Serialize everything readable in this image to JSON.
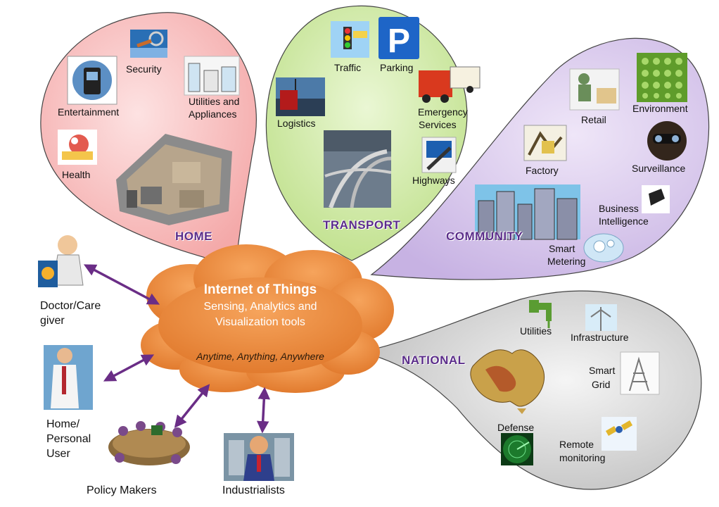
{
  "center": {
    "title": "Internet of Things",
    "line1": "Sensing, Analytics and",
    "line2": "Visualization tools",
    "tagline": "Anytime, Anything, Anywhere"
  },
  "home": {
    "title": "HOME",
    "items": [
      "Security",
      "Entertainment",
      "Utilities and",
      "Appliances",
      "Health"
    ]
  },
  "transport": {
    "title": "TRANSPORT",
    "items": [
      "Traffic",
      "Parking",
      "Logistics",
      "Emergency",
      "Services",
      "Highways"
    ]
  },
  "community": {
    "title": "COMMUNITY",
    "items": [
      "Retail",
      "Environment",
      "Factory",
      "Surveillance",
      "Business",
      "Intelligence",
      "Smart",
      "Metering"
    ]
  },
  "national": {
    "title": "NATIONAL",
    "items": [
      "Utilities",
      "Infrastructure",
      "Smart",
      "Grid",
      "Defense",
      "Remote",
      "monitoring"
    ]
  },
  "actors": {
    "doctor": [
      "Doctor/Care",
      "giver"
    ],
    "home_user": [
      "Home/",
      "Personal",
      "User"
    ],
    "policy": "Policy Makers",
    "industrialists": "Industrialists"
  },
  "colors": {
    "home": "#f7bcbc",
    "transport": "#cfe9a4",
    "community": "#d9c9ec",
    "national": "#d4d4d4",
    "cloud": "#ec8a3e",
    "title": "#5b2d8a",
    "arrow": "#6a2d86"
  }
}
